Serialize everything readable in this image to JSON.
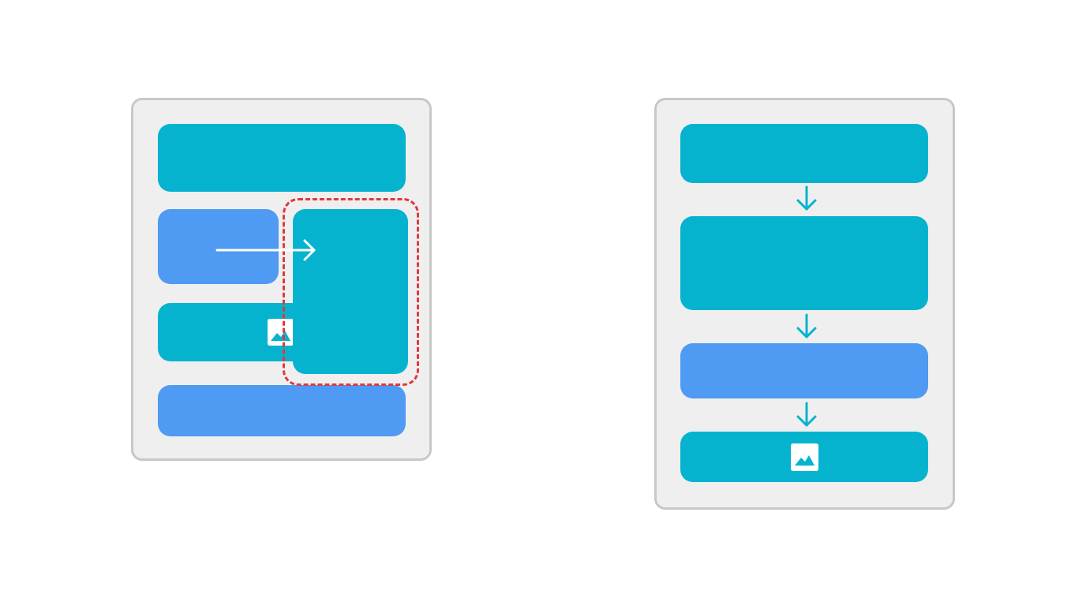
{
  "colors": {
    "background": "#ffffff",
    "frame_fill": "#efefef",
    "frame_border": "#c8c8c8",
    "teal_block": "#06b3cf",
    "blue_block": "#4f9af2",
    "highlight_dashed": "#e0393e",
    "arrow": "#06b3cf",
    "move_arrow": "#ffffff"
  },
  "left_layout": {
    "blocks": [
      {
        "kind": "header",
        "color": "teal"
      },
      {
        "kind": "moved-block",
        "color": "blue"
      },
      {
        "kind": "image-block",
        "color": "teal",
        "icon": "image-icon"
      },
      {
        "kind": "footer",
        "color": "blue"
      }
    ],
    "overlapping_block": {
      "color": "teal",
      "highlight": "red-dashed-outline"
    },
    "move_arrow": {
      "icon": "arrow-right-icon"
    }
  },
  "right_layout": {
    "blocks": [
      {
        "kind": "header",
        "color": "teal"
      },
      {
        "kind": "large-block",
        "color": "teal"
      },
      {
        "kind": "moved-block",
        "color": "blue"
      },
      {
        "kind": "image-block",
        "color": "teal",
        "icon": "image-icon"
      }
    ],
    "flow_arrows": [
      "arrow-down-icon",
      "arrow-down-icon",
      "arrow-down-icon"
    ]
  }
}
